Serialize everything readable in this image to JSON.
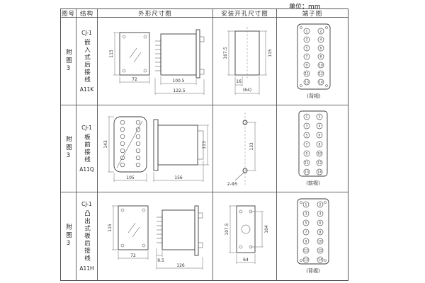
{
  "unit_label": "单位：mm",
  "table": {
    "headers": {
      "figure": "图号",
      "structure": "结构",
      "outline": "外形尺寸图",
      "install": "安装开孔尺寸图",
      "terminal": "端子图"
    },
    "terminal_numbers": [
      "1",
      "2",
      "3",
      "4",
      "5",
      "6",
      "7",
      "8",
      "9",
      "10",
      "11",
      "12",
      "13",
      "14"
    ],
    "rows": [
      {
        "figure": "附图3",
        "structure": {
          "model": "CJ-1",
          "type": "嵌入式后接线",
          "code": "A11K"
        },
        "outline": {
          "height": "115",
          "width": "72",
          "body": "100.5",
          "total": "122.5"
        },
        "install": {
          "v1": "107.5",
          "v2": "115",
          "h1": "16",
          "h2": "(64)"
        },
        "terminal_caption": "(背视)"
      },
      {
        "figure": "附图3",
        "structure": {
          "model": "CJ-1",
          "type": "板前接线",
          "code": "A11Q"
        },
        "outline": {
          "height": "143",
          "width": "105",
          "body": "156",
          "total": "113"
        },
        "install": {
          "v1": "133",
          "holes": "2-Φ5"
        },
        "terminal_caption": "(前视)"
      },
      {
        "figure": "附图3",
        "structure": {
          "model": "CJ-1",
          "type": "凸出式板后接线",
          "code": "A11H"
        },
        "outline": {
          "height": "115",
          "width": "72",
          "body": "9.5",
          "total": "126"
        },
        "install": {
          "v1": "107.5",
          "v2": "104",
          "h1": "64"
        },
        "terminal_caption": "(背视)"
      }
    ]
  }
}
